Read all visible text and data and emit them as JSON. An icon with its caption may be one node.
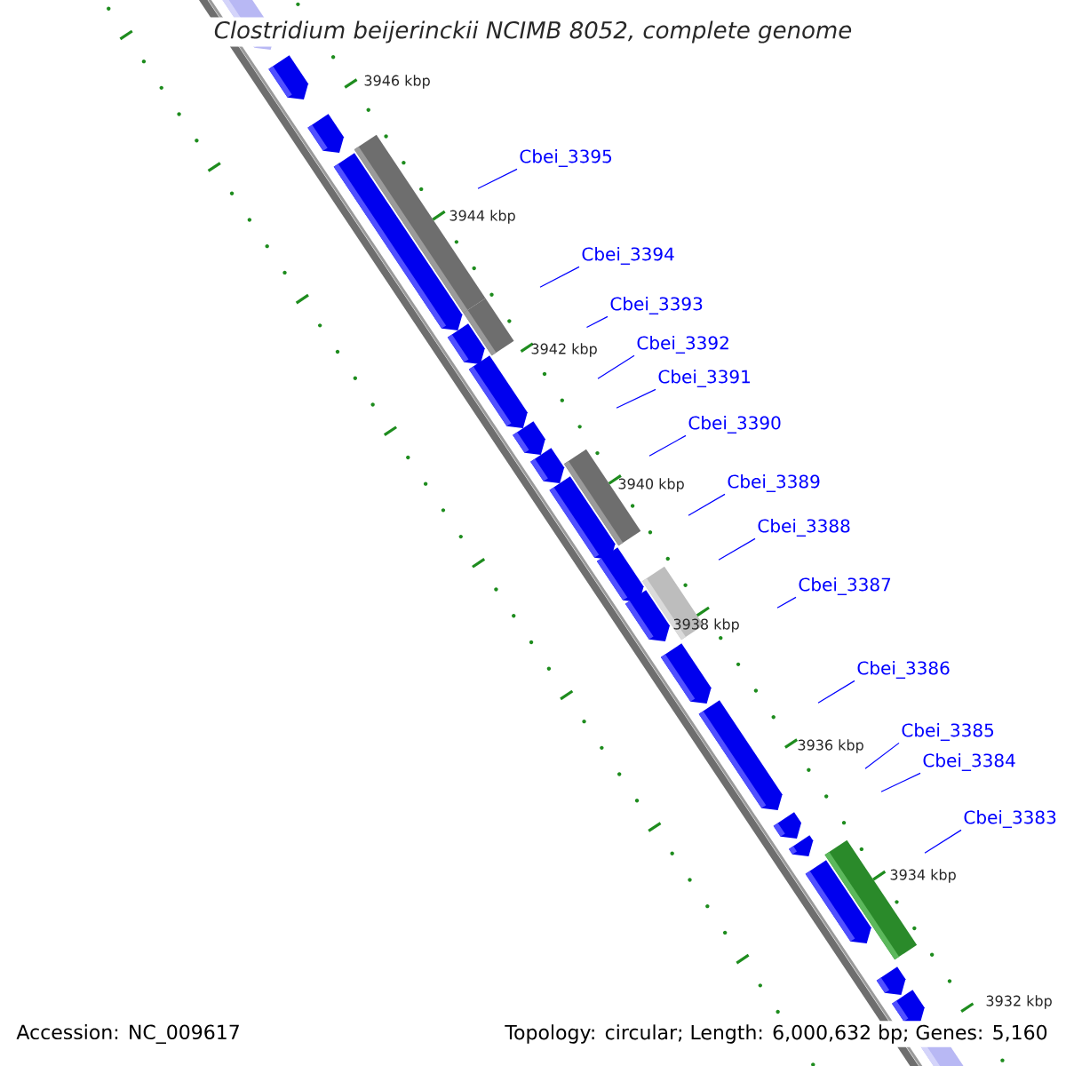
{
  "diagram": {
    "title": "Clostridium beijerinckii NCIMB 8052, complete genome",
    "nodes": [
      {
        "text": [
          "Cbei_3395"
        ]
      },
      {
        "text": [
          "Cbei_3394"
        ]
      },
      {
        "text": [
          "Cbei_3393"
        ]
      },
      {
        "text": [
          "Cbei_3392"
        ]
      },
      {
        "text": [
          "Cbei_3391"
        ]
      },
      {
        "text": [
          "Cbei_3390"
        ]
      },
      {
        "text": [
          "Cbei_3389"
        ]
      },
      {
        "text": [
          "Cbei_3388"
        ]
      },
      {
        "text": [
          "Cbei_3387"
        ]
      },
      {
        "text": [
          "Cbei_3386"
        ]
      },
      {
        "text": [
          "Cbei_3385"
        ]
      },
      {
        "text": [
          "Cbei_3384"
        ]
      },
      {
        "text": [
          "Cbei_3383"
        ]
      }
    ],
    "edges": [
      {
        "from": 0,
        "to": null,
        "arrow": "none"
      },
      {
        "from": 1,
        "to": null,
        "arrow": "none"
      },
      {
        "from": 2,
        "to": null,
        "arrow": "none"
      },
      {
        "from": 3,
        "to": null,
        "arrow": "none"
      },
      {
        "from": 4,
        "to": null,
        "arrow": "none"
      },
      {
        "from": 5,
        "to": null,
        "arrow": "none"
      },
      {
        "from": 6,
        "to": null,
        "arrow": "none"
      },
      {
        "from": 7,
        "to": null,
        "arrow": "none"
      },
      {
        "from": 8,
        "to": null,
        "arrow": "none"
      },
      {
        "from": 9,
        "to": null,
        "arrow": "none"
      },
      {
        "from": 10,
        "to": null,
        "arrow": "none"
      },
      {
        "from": 11,
        "to": null,
        "arrow": "none"
      },
      {
        "from": 12,
        "to": null,
        "arrow": "none"
      }
    ],
    "labels": [
      "3946 kbp",
      "3944 kbp",
      "3942 kbp",
      "3940 kbp",
      "3938 kbp",
      "3936 kbp",
      "3934 kbp",
      "3932 kbp",
      "Accession: NC_009617",
      "Topology: circular; Length: 6,000,632 bp; Genes: 5,160"
    ]
  }
}
